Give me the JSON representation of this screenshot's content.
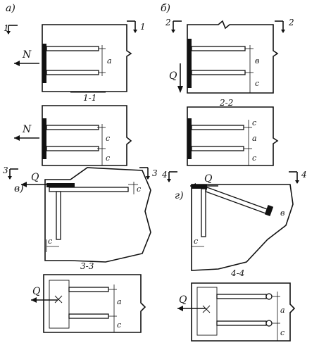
{
  "panels": {
    "a": {
      "label": "а)"
    },
    "b": {
      "label": "б)"
    },
    "v": {
      "label": "в)"
    },
    "g": {
      "label": "г)"
    }
  },
  "sections": {
    "s1": {
      "left": "1",
      "right": "1",
      "caption": "1-1"
    },
    "s2": {
      "left": "2",
      "right": "2",
      "caption": "2-2"
    },
    "s3": {
      "left": "3",
      "right": "3",
      "caption": "3-3"
    },
    "s4": {
      "left": "4",
      "right": "4",
      "caption": "4-4"
    }
  },
  "forces": {
    "N": "N",
    "Q": "Q"
  },
  "dims": {
    "a": "a",
    "c": "c",
    "b": "в"
  }
}
